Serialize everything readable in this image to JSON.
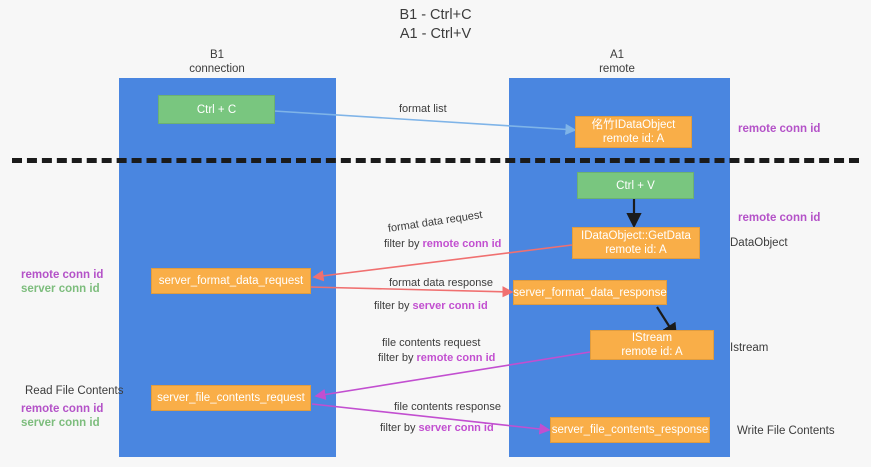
{
  "title": {
    "line1": "B1 - Ctrl+C",
    "line2": "A1 - Ctrl+V"
  },
  "colors": {
    "lane": "#4a86e0",
    "box_orange": "#f9ae48",
    "box_green": "#79c67f",
    "remote_conn_id": "#b452c8",
    "server_conn_id": "#7dbd7d",
    "arrow_blue": "#7fb4e8",
    "arrow_red": "#f07070",
    "arrow_magenta": "#c24fd0",
    "arrow_black": "#1b1b1b",
    "background": "#f7f7f7"
  },
  "columns": [
    {
      "name": "B1",
      "sub": "connection"
    },
    {
      "name": "A1",
      "sub": "remote"
    }
  ],
  "nodes": {
    "ctrl_c": {
      "label": "Ctrl + C"
    },
    "ctrl_v": {
      "label": "Ctrl + V"
    },
    "idataobject": {
      "line1": "佲竹IDataObject",
      "line2": "remote id: A"
    },
    "getdata": {
      "line1": "IDataObject::GetData",
      "line2": "remote id: A"
    },
    "istream": {
      "line1": "IStream",
      "line2": "remote id: A"
    },
    "server_format_data_request": {
      "label": "server_format_data_request"
    },
    "server_format_data_response": {
      "label": "server_format_data_response"
    },
    "server_file_contents_request": {
      "label": "server_file_contents_request"
    },
    "server_file_contents_response": {
      "label": "server_file_contents_response"
    }
  },
  "edge_labels": {
    "format_list": {
      "text": "format list"
    },
    "format_data_request": {
      "line1": "format data request",
      "filter_prefix": "filter by ",
      "filter_key": "remote conn id"
    },
    "format_data_response": {
      "line1": "format data response",
      "filter_prefix": "filter by ",
      "filter_key": "server conn id"
    },
    "file_contents_request": {
      "line1": "file contents request",
      "filter_prefix": "filter by ",
      "filter_key": "remote conn id"
    },
    "file_contents_response": {
      "line1": "file contents response",
      "filter_prefix": "filter by ",
      "filter_key": "server conn id"
    }
  },
  "annotations": {
    "right_remote_conn_id_top": "remote conn id",
    "right_remote_conn_id_mid": "remote conn id",
    "right_dataobject": "DataObject",
    "right_istream": "Istream",
    "right_write_file_contents": "Write File Contents",
    "left_remote_conn_id": "remote conn id",
    "left_server_conn_id": "server conn id",
    "left_read_file_contents": "Read File Contents",
    "left_remote_conn_id_2": "remote conn id",
    "left_server_conn_id_2": "server conn id"
  }
}
